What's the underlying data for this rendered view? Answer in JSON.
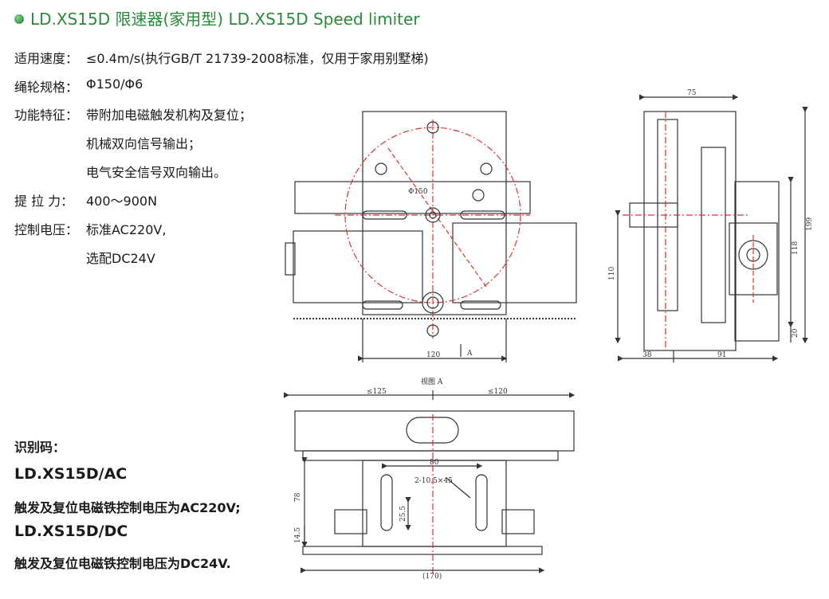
{
  "header": {
    "title": "LD.XS15D 限速器(家用型)  LD.XS15D Speed limiter",
    "accent_color": "#2a8a3a",
    "bullet_icon": "green-dot-icon"
  },
  "specs": [
    {
      "label": "适用速度：",
      "value": "≤0.4m/s(执行GB/T 21739-2008标准，仅用于家用别墅梯)"
    },
    {
      "label": "绳轮规格：",
      "value": "Φ150/Φ6"
    },
    {
      "label": "功能特征：",
      "value": "带附加电磁触发机构及复位；"
    },
    {
      "label": "",
      "value": "机械双向信号输出；"
    },
    {
      "label": "",
      "value": "电气安全信号双向输出。"
    },
    {
      "label": "提 拉 力：",
      "value": "400～900N"
    },
    {
      "label": "控制电压：",
      "value": "标准AC220V,"
    },
    {
      "label": "",
      "value": "选配DC24V"
    }
  ],
  "identification": {
    "heading": "识别码：",
    "codes": [
      {
        "code": "LD.XS15D/AC",
        "desc": "触发及复位电磁铁控制电压为AC220V;"
      },
      {
        "code": "LD.XS15D/DC",
        "desc": "触发及复位电磁铁控制电压为DC24V."
      }
    ]
  },
  "drawing": {
    "front_dims": {
      "diameter": "Φ150",
      "width": "120",
      "view_arrow": "A"
    },
    "side_dims": {
      "top": "75",
      "height_total": "199",
      "h1": "118",
      "h2": "110",
      "h3": "20",
      "w1": "38",
      "w2": "91"
    },
    "view_a": {
      "caption": "视图 A",
      "left": "≤125",
      "right": "≤120",
      "slot_spacing": "80",
      "hole": "2-10.5×45",
      "slot_len": "25.5",
      "h_total": "78",
      "h_low": "14.5",
      "base": "(170)"
    }
  }
}
